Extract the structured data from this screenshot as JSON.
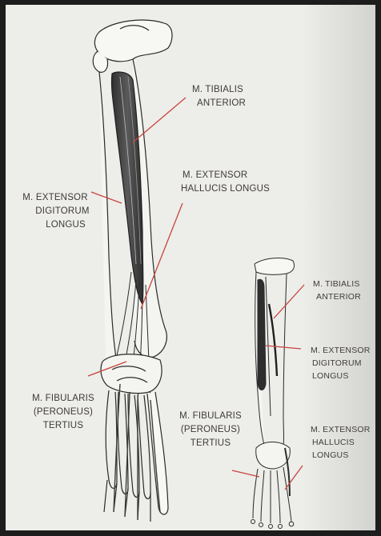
{
  "colors": {
    "leader_line": "#c8453c",
    "bone_outline": "#2a2a2a",
    "muscle_fill": "#3a3a3a",
    "page_background": "#ededea",
    "label_text": "#3e3a38"
  },
  "large_figure": {
    "labels": {
      "tibialis_anterior": [
        "M. TIBIALIS",
        "ANTERIOR"
      ],
      "extensor_hallucis_longus": [
        "M. EXTENSOR",
        "HALLUCIS LONGUS"
      ],
      "extensor_digitorum_longus": [
        "M. EXTENSOR",
        "DIGITORUM",
        "LONGUS"
      ],
      "fibularis_tertius": [
        "M. FIBULARIS",
        "(PERONEUS)",
        "TERTIUS"
      ]
    }
  },
  "small_figure": {
    "labels": {
      "tibialis_anterior": [
        "M. TIBIALIS",
        "ANTERIOR"
      ],
      "extensor_digitorum_longus": [
        "M. EXTENSOR",
        "DIGITORUM",
        "LONGUS"
      ],
      "fibularis_tertius": [
        "M. FIBULARIS",
        "(PERONEUS)",
        "TERTIUS"
      ],
      "extensor_hallucis_longus": [
        "M. EXTENSOR",
        "HALLUCIS",
        "LONGUS"
      ]
    }
  }
}
